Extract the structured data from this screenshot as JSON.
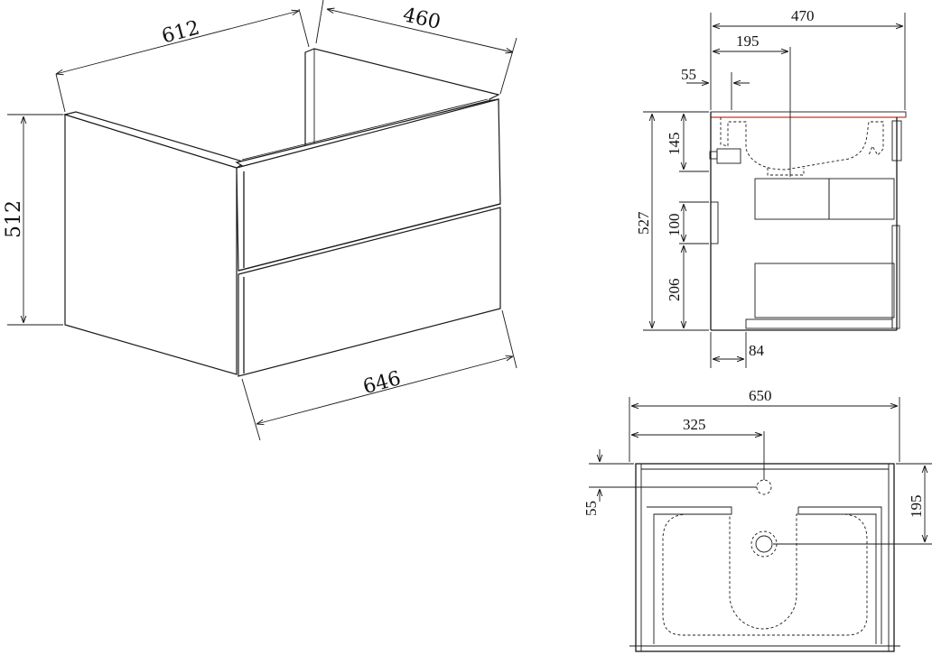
{
  "isometric_view": {
    "dim_width": "612",
    "dim_depth": "460",
    "dim_height": "512",
    "dim_front": "646"
  },
  "side_view": {
    "dim_total_depth": "470",
    "dim_tap_offset": "195",
    "dim_top_offset": "55",
    "dim_total_height": "527",
    "dim_basin_height": "145",
    "dim_handle_height": "100",
    "dim_lower_height": "206",
    "dim_plinth": "84"
  },
  "top_view": {
    "dim_total_width": "650",
    "dim_center": "325",
    "dim_tap_from_back": "55",
    "dim_drain_from_back": "195"
  }
}
